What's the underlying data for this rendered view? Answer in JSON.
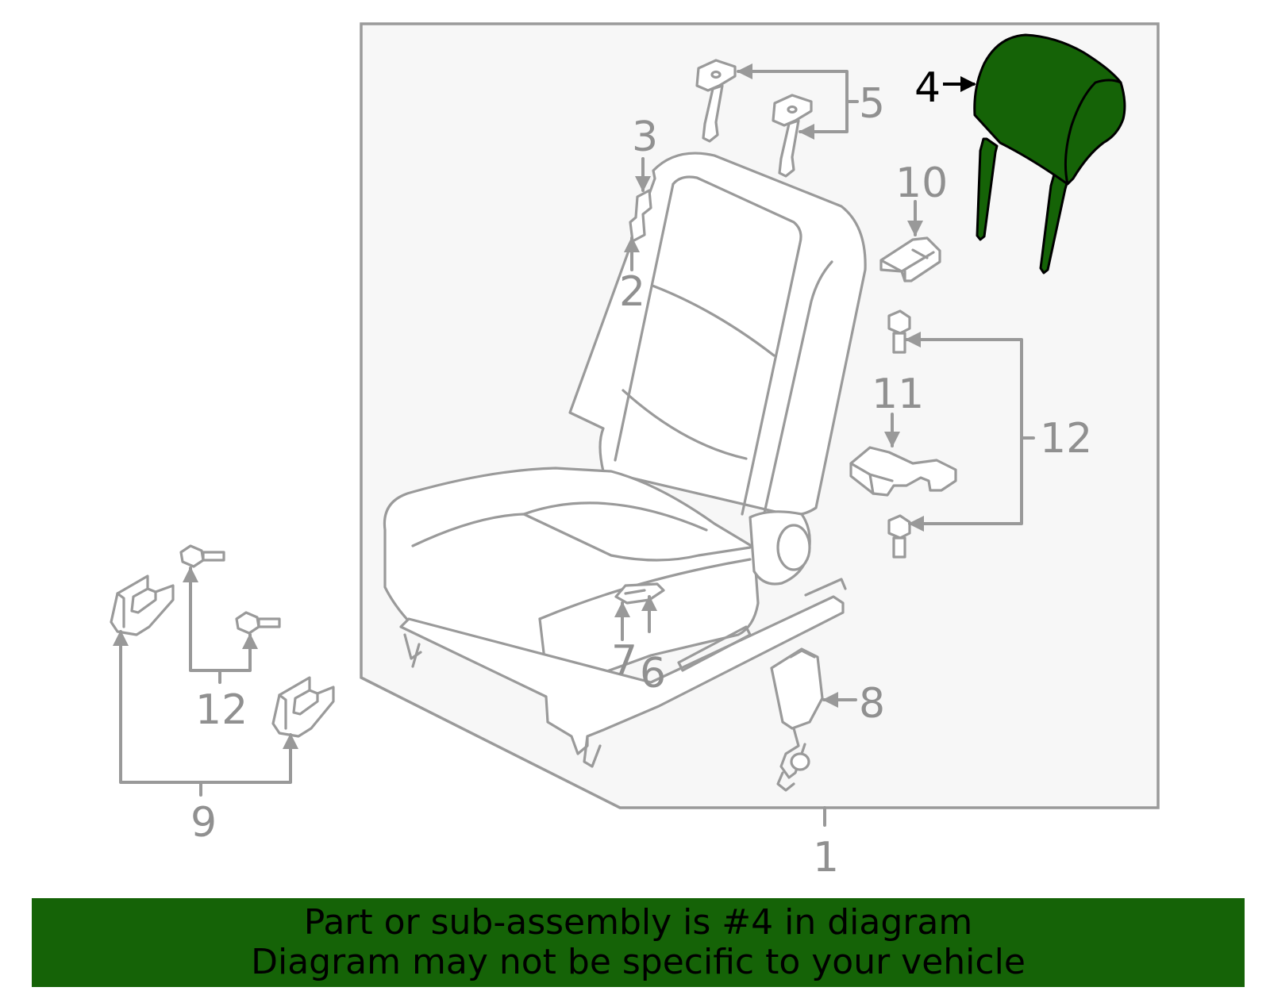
{
  "colors": {
    "highlight": "#156307",
    "line_gray": "#999999",
    "panel_fill": "#f7f7f7",
    "banner_bg": "#156307",
    "banner_text": "#000000"
  },
  "highlighted_part": "4",
  "callouts": {
    "c1": "1",
    "c2": "2",
    "c3": "3",
    "c4": "4",
    "c5": "5",
    "c6": "6",
    "c7": "7",
    "c8": "8",
    "c9": "9",
    "c10": "10",
    "c11": "11",
    "c12a": "12",
    "c12b": "12"
  },
  "banner": {
    "line1": "Part or sub-assembly is #4 in diagram",
    "line2": "Diagram may not be specific to your vehicle"
  },
  "icons": [
    "headrest-icon",
    "seat-icon",
    "guide-icon",
    "bolt-icon",
    "bracket-icon",
    "buckle-icon",
    "cover-icon"
  ]
}
